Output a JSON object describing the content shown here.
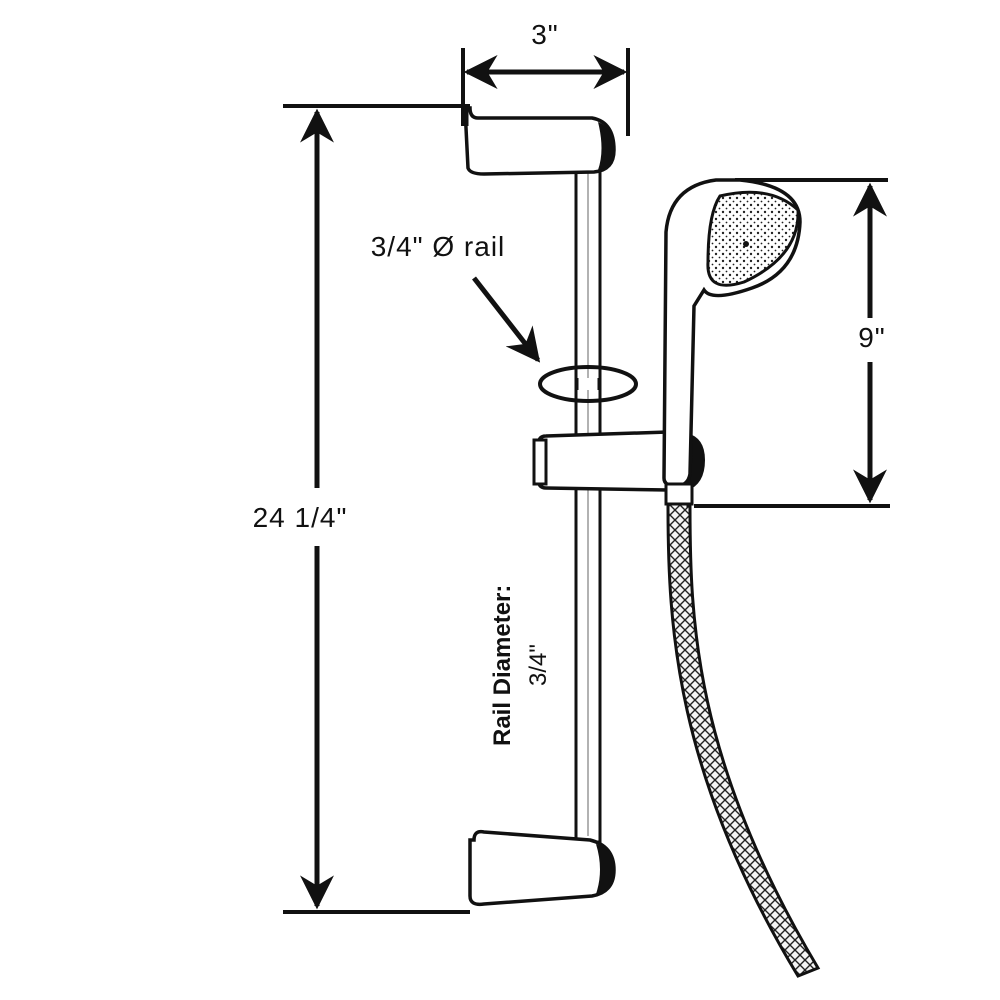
{
  "diagram": {
    "dimension_width_label": "3\"",
    "rail_callout_label": "3/4\" Ø rail",
    "dimension_height_label": "24 1/4\"",
    "dimension_handshower_label": "9\"",
    "rail_diameter_title": "Rail Diameter:",
    "rail_diameter_value": "3/4\"",
    "ink_color": "#111111",
    "background_color": "#ffffff"
  }
}
